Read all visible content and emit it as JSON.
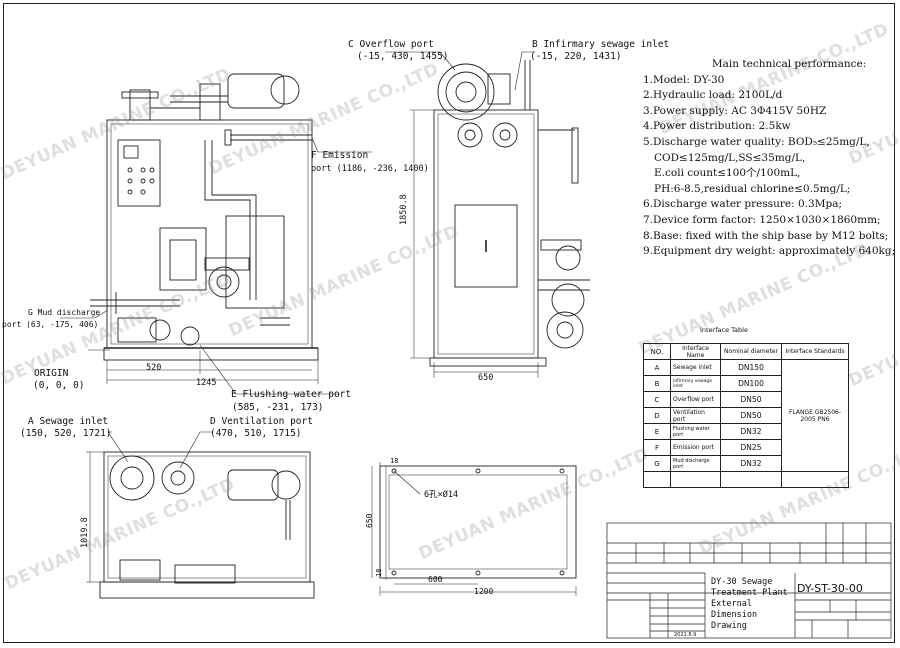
{
  "drawing": {
    "ports": {
      "c": {
        "name": "C Overflow port",
        "coords": "(-15, 430, 1455)"
      },
      "b": {
        "name": "B Infirmary sewage inlet",
        "coords": "(-15, 220, 1431)"
      },
      "f": {
        "name": "F Emission",
        "coords": "port (1186, -236, 1400)"
      },
      "g": {
        "name": "G Mud discharge",
        "coords": "port (63, -175, 406)"
      },
      "origin": {
        "name": "ORIGIN",
        "coords": "(0, 0, 0)"
      },
      "e": {
        "name": "E Flushing water port",
        "coords": "(585, -231, 173)"
      },
      "a": {
        "name": "A Sewage inlet",
        "coords": "(150, 520, 1721)"
      },
      "d": {
        "name": "D Ventilation port",
        "coords": "(470, 510, 1715)"
      }
    },
    "dimensions": {
      "front_520": "520",
      "front_1245": "1245",
      "side_1850": "1850.8",
      "side_650": "650",
      "top_1019": "1019.8",
      "base_18a": "18",
      "base_18b": "18",
      "base_650": "650",
      "base_600": "600",
      "base_1200": "1200",
      "base_holes": "6孔×Ø14"
    }
  },
  "performance": {
    "title": "Main technical performance:",
    "items": [
      "1.Model: DY-30",
      "2.Hydraulic load: 2100L/d",
      "3.Power supply: AC 3Φ415V 50HZ",
      "4.Power distribution: 2.5kw",
      "5.Discharge water quality: BOD₅≤25mg/L,",
      "COD≤125mg/L,SS≤35mg/L,",
      "E.coli count≤100个/100mL,",
      "PH:6-8.5,residual chlorine≤0.5mg/L;",
      "6.Discharge water pressure: 0.3Mpa;",
      "7.Device form factor: 1250×1030×1860mm;",
      "8.Base: fixed with the ship base by M12 bolts;",
      "9.Equipment dry weight: approximately 640kg;"
    ]
  },
  "interface_table": {
    "caption": "Interface Table",
    "headers": [
      "NO.",
      "Interface Name",
      "Nominal diameter",
      "Interface Standards"
    ],
    "rows": [
      [
        "A",
        "Sewage inlet",
        "DN150"
      ],
      [
        "B",
        "Infirmary sewage inlet",
        "DN100"
      ],
      [
        "C",
        "Overflow port",
        "DN50"
      ],
      [
        "D",
        "Ventilation port",
        "DN50"
      ],
      [
        "E",
        "Flushing water port",
        "DN32"
      ],
      [
        "F",
        "Emission port",
        "DN25"
      ],
      [
        "G",
        "Mud discharge port",
        "DN32"
      ]
    ],
    "standard": "FLANGE GB2506-2005 PN6"
  },
  "title_block": {
    "drawing_title": "DY-30 Sewage Treatment Plant External Dimension Drawing",
    "drawing_number": "DY-ST-30-00",
    "date": "2021.8.9"
  },
  "watermark": "DEYUAN MARINE CO.,LTD"
}
